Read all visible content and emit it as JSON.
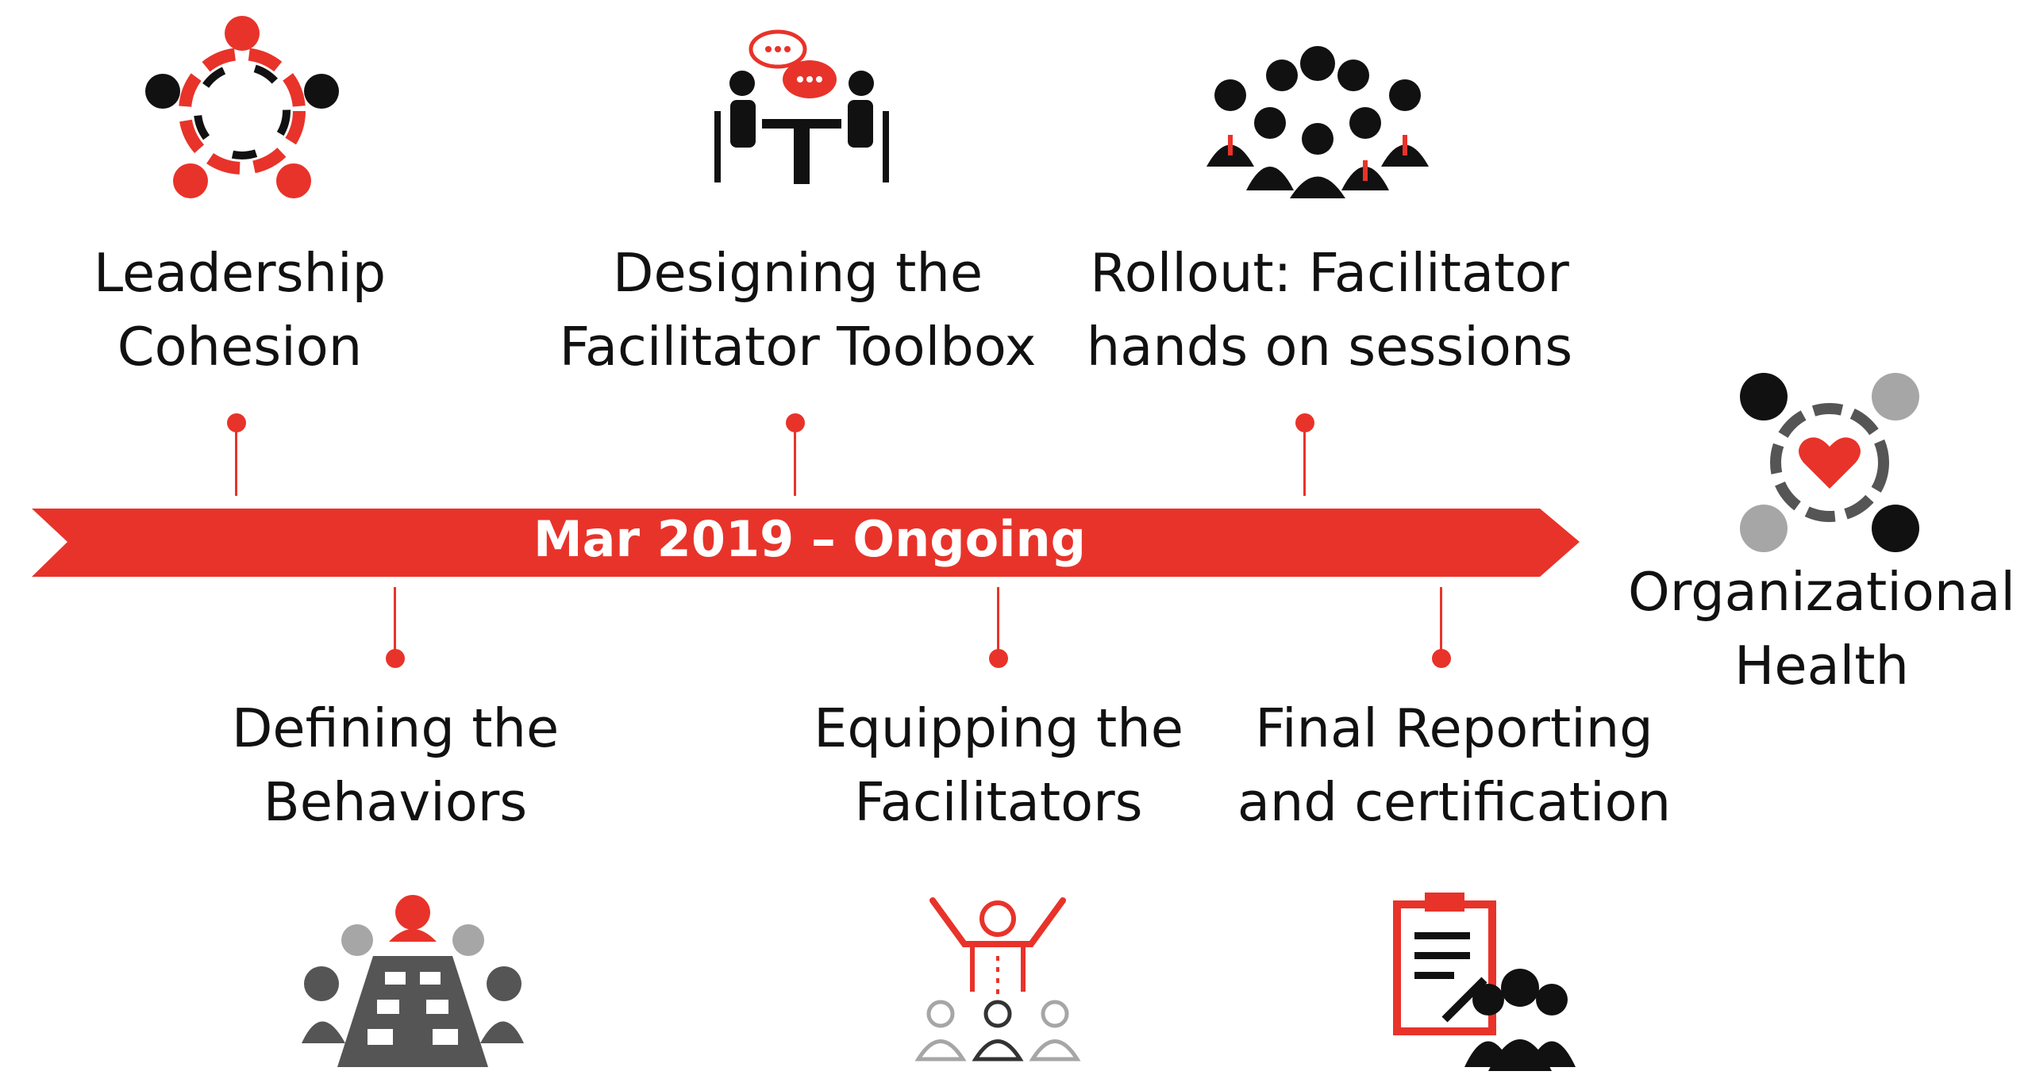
{
  "colors": {
    "accent": "#e8332a",
    "dark": "#111111",
    "grey": "#555555",
    "light_grey": "#a6a6a6"
  },
  "timeline": {
    "label": "Mar 2019 – Ongoing"
  },
  "stages": [
    {
      "line1": "Leadership",
      "line2": "Cohesion",
      "icon": "leadership-circle-icon"
    },
    {
      "line1": "Defining the",
      "line2": "Behaviors",
      "icon": "meeting-table-icon"
    },
    {
      "line1": "Designing the",
      "line2": "Facilitator Toolbox",
      "icon": "conversation-icon"
    },
    {
      "line1": "Equipping the",
      "line2": "Facilitators",
      "icon": "facilitator-training-icon"
    },
    {
      "line1": "Rollout: Facilitator",
      "line2": "hands on sessions",
      "icon": "group-people-icon"
    },
    {
      "line1": "Final Reporting",
      "line2": "and certification",
      "icon": "clipboard-team-icon"
    }
  ],
  "goal": {
    "line1": "Organizational",
    "line2": "Health",
    "icon": "heart-network-icon"
  }
}
